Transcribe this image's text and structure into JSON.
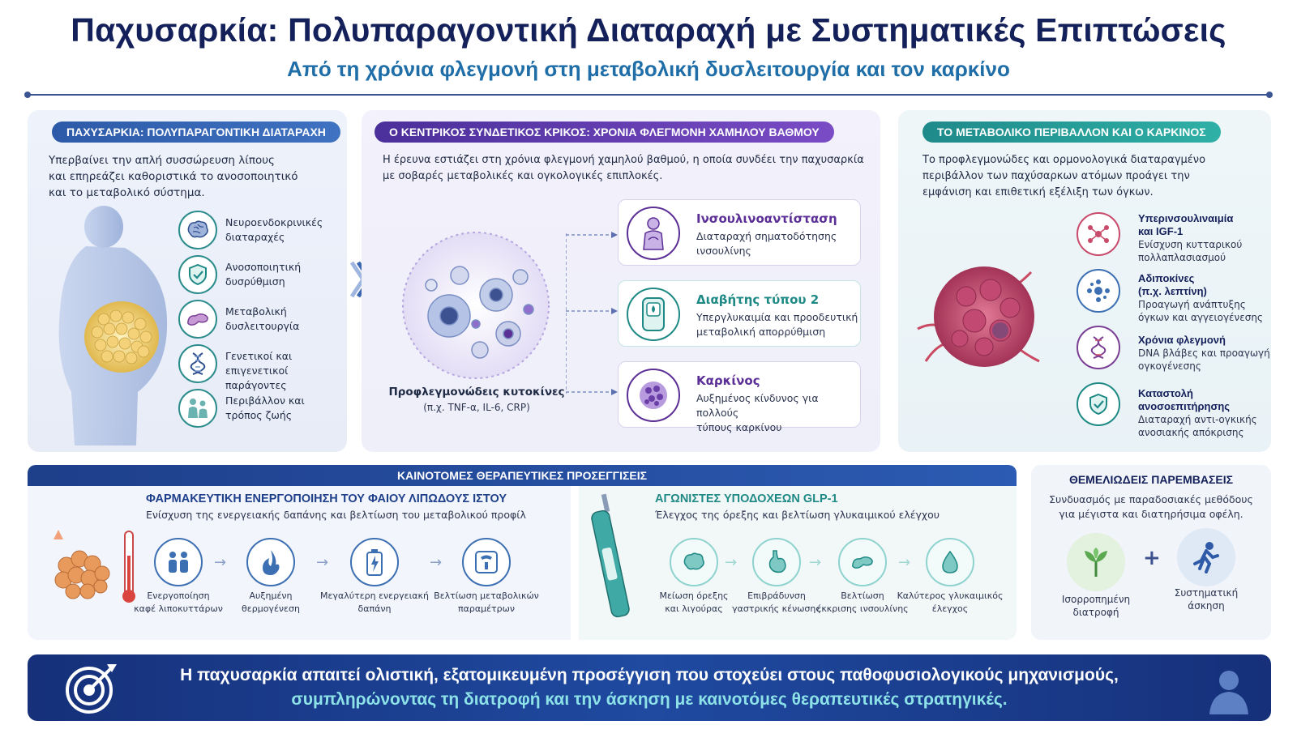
{
  "header": {
    "title": "Παχυσαρκία: Πολυπαραγοντική Διαταραχή με Συστηματικές Επιπτώσεις",
    "subtitle": "Από τη χρόνια φλεγμονή στη μεταβολική δυσλειτουργία και τον καρκίνο"
  },
  "panel1": {
    "heading": "ΠΑΧΥΣΑΡΚΙΑ: ΠΟΛΥΠΑΡΑΓΟΝΤΙΚΗ ΔΙΑΤΑΡΑΧΗ",
    "intro": [
      "Υπερβαίνει την απλή συσσώρευση λίπους",
      "και επηρεάζει καθοριστικά το ανοσοποιητικό",
      "και το μεταβολικό σύστημα."
    ],
    "items": [
      {
        "line1": "Νευροενδοκρινικές",
        "line2": "διαταραχές",
        "icon": "brain-icon"
      },
      {
        "line1": "Ανοσοποιητική",
        "line2": "δυσρύθμιση",
        "icon": "shield-icon"
      },
      {
        "line1": "Μεταβολική",
        "line2": "δυσλειτουργία",
        "icon": "pancreas-icon"
      },
      {
        "line1": "Γενετικοί και",
        "line2": "επιγενετικοί παράγοντες",
        "icon": "dna-icon"
      },
      {
        "line1": "Περιβάλλον και",
        "line2": "τρόπος ζωής",
        "icon": "family-icon"
      }
    ]
  },
  "panel2": {
    "heading": "Ο ΚΕΝΤΡΙΚΟΣ ΣΥΝΔΕΤΙΚΟΣ ΚΡΙΚΟΣ: ΧΡΟΝΙΑ ΦΛΕΓΜΟΝΗ ΧΑΜΗΛΟΥ ΒΑΘΜΟΥ",
    "intro": [
      "Η έρευνα εστιάζει στη χρόνια φλεγμονή χαμηλού βαθμού, η οποία συνδέει την παχυσαρκία",
      "με σοβαρές μεταβολικές και ογκολογικές επιπλοκές."
    ],
    "cytokine_title": "Προφλεγμονώδεις κυτοκίνες",
    "cytokine_sub": "(π.χ. TNF-α, IL-6, CRP)",
    "cards": [
      {
        "title": "Ινσουλινοαντίσταση",
        "line1": "Διαταραχή σηματοδότησης",
        "line2": "ινσουλίνης",
        "color": "#5b2f95"
      },
      {
        "title": "Διαβήτης τύπου 2",
        "line1": "Υπεργλυκαιμία και προοδευτική",
        "line2": "μεταβολική απορρύθμιση",
        "color": "#1f8a85"
      },
      {
        "title": "Καρκίνος",
        "line1": "Αυξημένος κίνδυνος για πολλούς",
        "line2": "τύπους καρκίνου",
        "color": "#5b2f95"
      }
    ]
  },
  "panel3": {
    "heading": "ΤΟ ΜΕΤΑΒΟΛΙΚΟ ΠΕΡΙΒΑΛΛΟΝ ΚΑΙ Ο ΚΑΡΚΙΝΟΣ",
    "intro": [
      "Το προφλεγμονώδες και ορμονολογικά διαταραγμένο",
      "περιβάλλον των παχύσαρκων ατόμων προάγει την",
      "εμφάνιση και επιθετική εξέλιξη των όγκων."
    ],
    "items": [
      {
        "t1": "Υπερινσουλιναιμία",
        "t2": "και IGF-1",
        "d1": "Ενίσχυση κυτταρικού",
        "d2": "πολλαπλασιασμού"
      },
      {
        "t1": "Αδιποκίνες",
        "t2": "(π.χ. λεπτίνη)",
        "d1": "Προαγωγή ανάπτυξης",
        "d2": "όγκων και αγγειογένεσης"
      },
      {
        "t1": "Χρόνια φλεγμονή",
        "t2": "",
        "d1": "DNA βλάβες και προαγωγή",
        "d2": "ογκογένεσης"
      },
      {
        "t1": "Καταστολή ανοσοεπιτήρησης",
        "t2": "",
        "d1": "Διαταραχή αντι-ογκικής",
        "d2": "ανοσιακής απόκρισης"
      }
    ]
  },
  "therapies": {
    "heading": "ΚΑΙΝΟΤΟΜΕΣ ΘΕΡΑΠΕΥΤΙΚΕΣ ΠΡΟΣΕΓΓΙΣΕΙΣ",
    "brown": {
      "title": "ΦΑΡΜΑΚΕΥΤΙΚΗ ΕΝΕΡΓΟΠΟΙΗΣΗ ΤΟΥ ΦΑΙΟΥ ΛΙΠΩΔΟΥΣ ΙΣΤΟΥ",
      "subtitle": "Ενίσχυση της ενεργειακής δαπάνης και βελτίωση του μεταβολικού προφίλ",
      "steps": [
        {
          "l1": "Ενεργοποίηση",
          "l2": "καφέ λιποκυττάρων"
        },
        {
          "l1": "Αυξημένη",
          "l2": "θερμογένεση"
        },
        {
          "l1": "Μεγαλύτερη ενεργειακή",
          "l2": "δαπάνη"
        },
        {
          "l1": "Βελτίωση μεταβολικών",
          "l2": "παραμέτρων"
        }
      ]
    },
    "glp": {
      "title": "ΑΓΩΝΙΣΤΕΣ ΥΠΟΔΟΧΕΩΝ GLP-1",
      "subtitle": "Έλεγχος της όρεξης και βελτίωση γλυκαιμικού ελέγχου",
      "steps": [
        {
          "l1": "Μείωση όρεξης",
          "l2": "και λιγούρας"
        },
        {
          "l1": "Επιβράδυνση",
          "l2": "γαστρικής κένωσης"
        },
        {
          "l1": "Βελτίωση",
          "l2": "έκκρισης ινσουλίνης"
        },
        {
          "l1": "Καλύτερος γλυκαιμικός",
          "l2": "έλεγχος"
        }
      ]
    },
    "basic": {
      "title": "ΘΕΜΕΛΙΩΔΕΙΣ ΠΑΡΕΜΒΑΣΕΙΣ",
      "intro": [
        "Συνδυασμός με παραδοσιακές μεθόδους",
        "για μέγιστα και διατηρήσιμα οφέλη."
      ],
      "diet": {
        "l1": "Ισορροπημένη",
        "l2": "διατροφή"
      },
      "plus": "+",
      "exercise": {
        "l1": "Συστηματική",
        "l2": "άσκηση"
      }
    }
  },
  "banner": {
    "line1": "Η παχυσαρκία απαιτεί ολιστική, εξατομικευμένη προσέγγιση που στοχεύει στους παθοφυσιολογικούς μηχανισμούς,",
    "line2": "συμπληρώνοντας τη διατροφή και την άσκηση με καινοτόμες θεραπευτικές στρατηγικές."
  }
}
